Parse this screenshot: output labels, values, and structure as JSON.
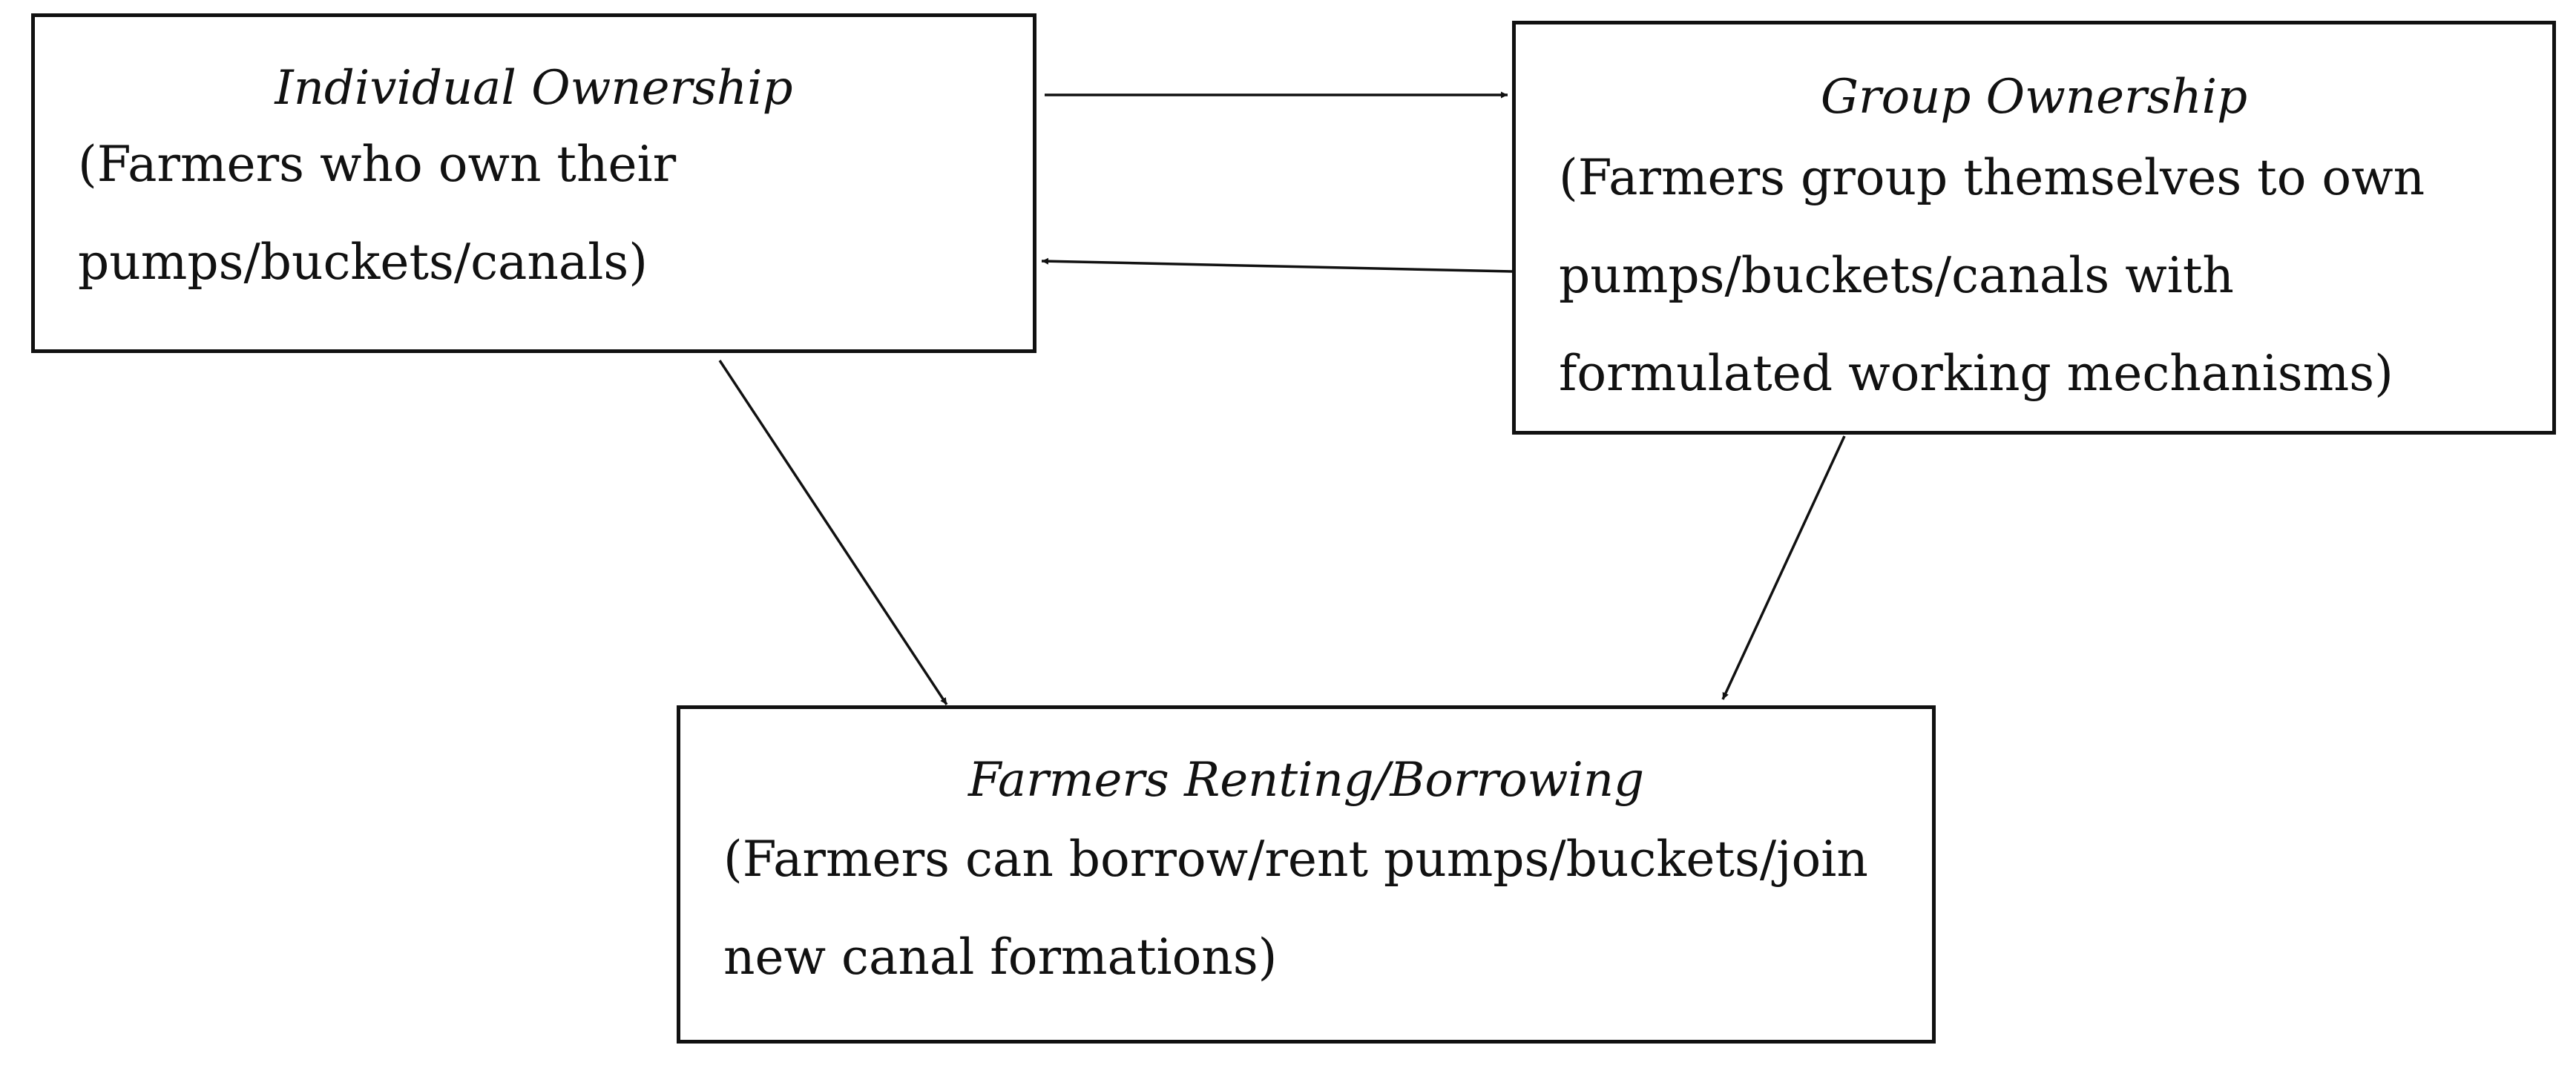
{
  "boxes": {
    "individual": {
      "title": "Individual Ownership",
      "description": "(Farmers who own their\npumps/buckets/canals)"
    },
    "group": {
      "title": "Group Ownership",
      "description": "(Farmers group themselves to own\npumps/buckets/canals with\nformulated working mechanisms)"
    },
    "renting": {
      "title": "Farmers Renting/Borrowing",
      "description": "(Farmers can borrow/rent pumps/buckets/join\nnew canal formations)"
    }
  },
  "edges": [
    {
      "from": "individual",
      "to": "group"
    },
    {
      "from": "group",
      "to": "individual"
    },
    {
      "from": "individual",
      "to": "renting"
    },
    {
      "from": "group",
      "to": "renting"
    }
  ],
  "colors": {
    "stroke": "#111111",
    "background": "#ffffff"
  }
}
